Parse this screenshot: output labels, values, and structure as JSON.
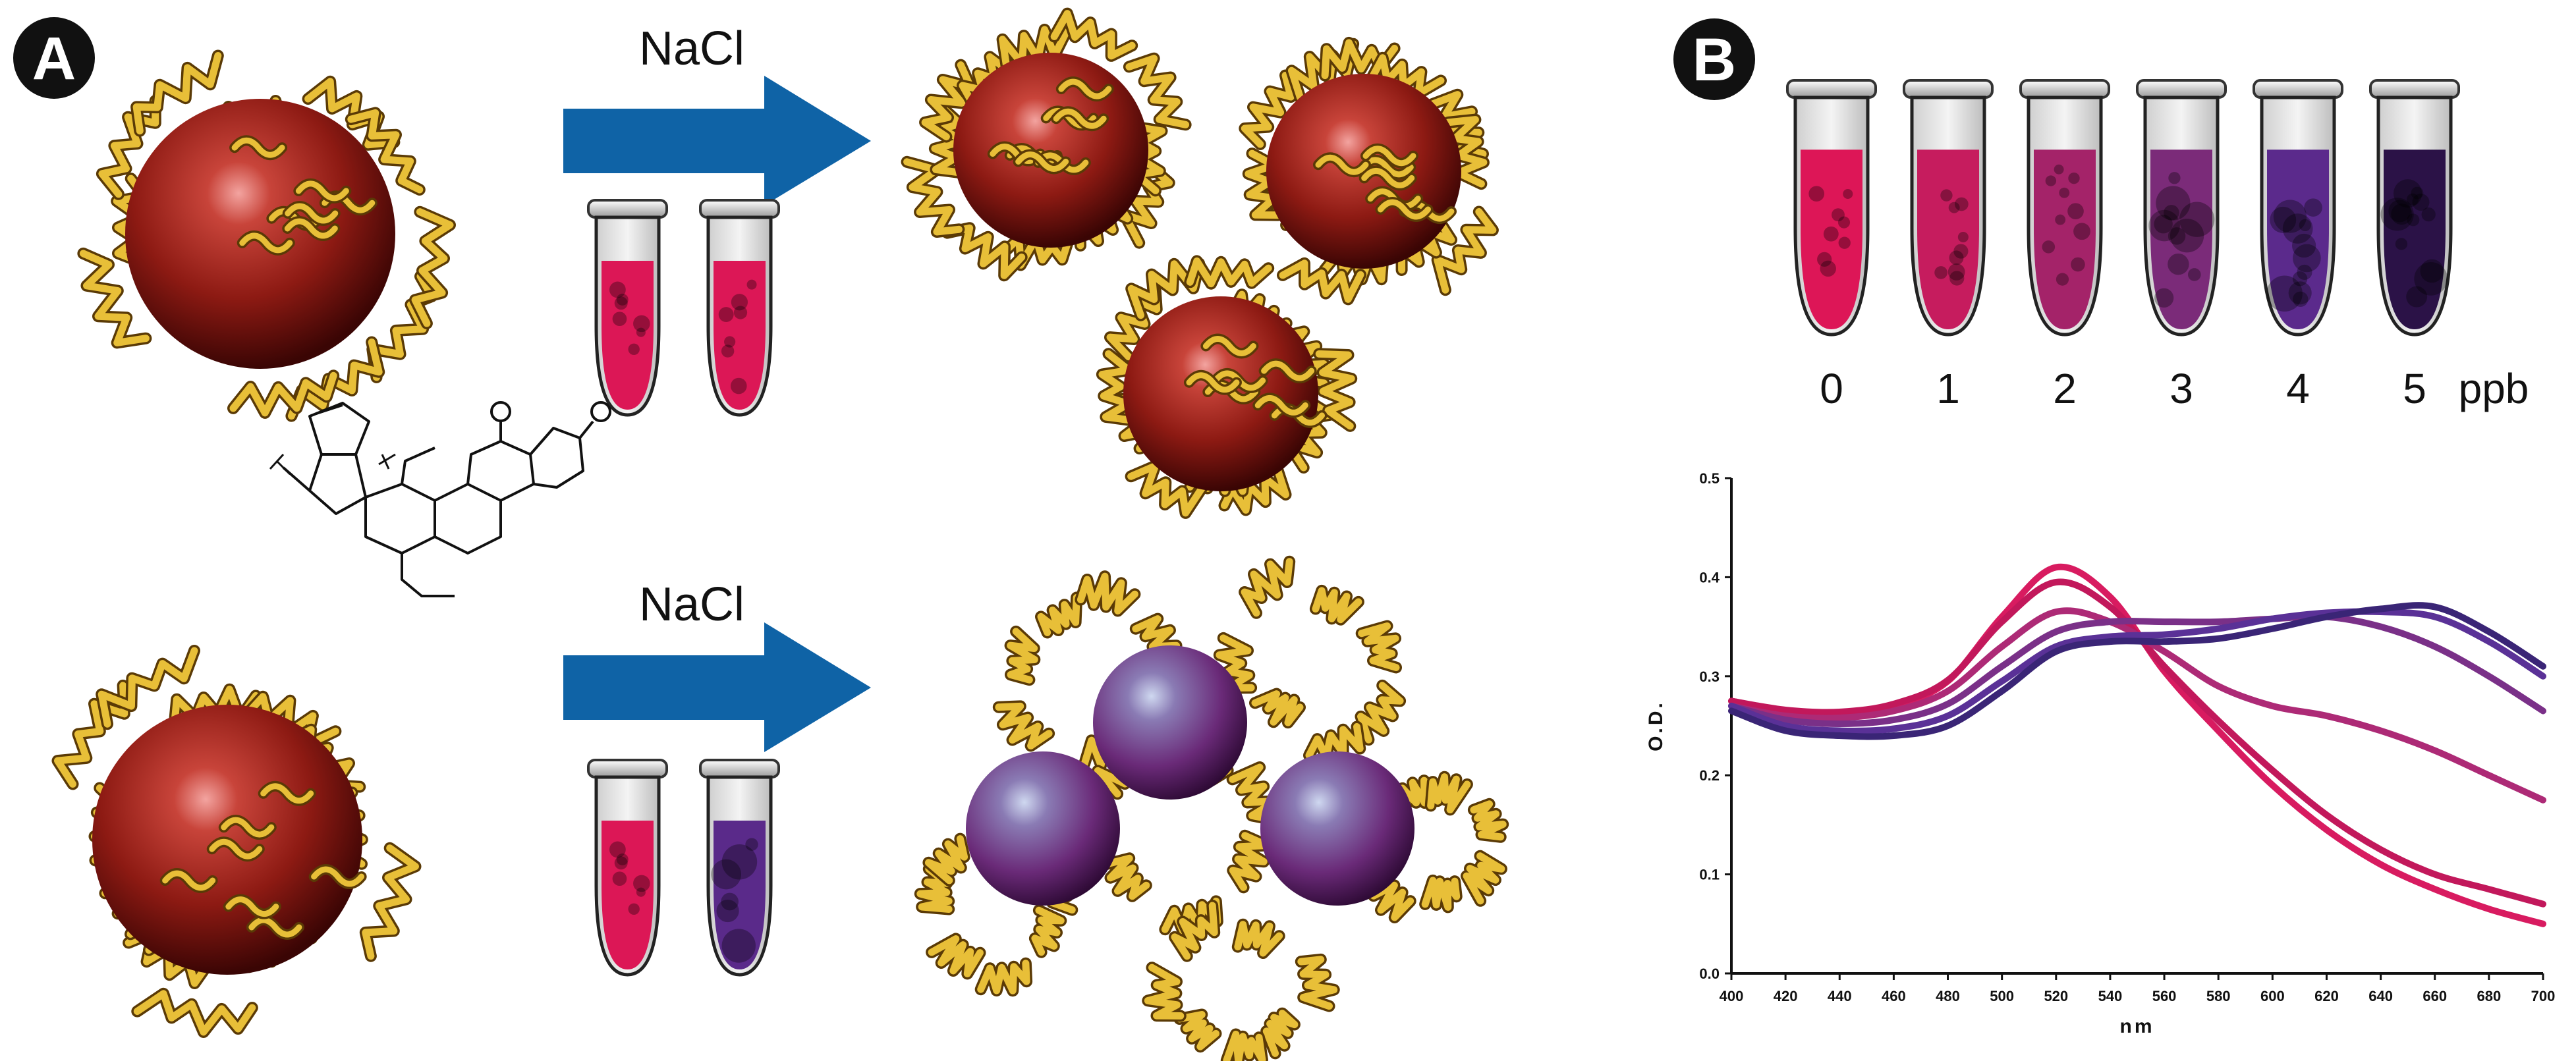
{
  "panels": {
    "a": {
      "label": "A"
    },
    "b": {
      "label": "B"
    }
  },
  "reagent": {
    "label": "NaCl"
  },
  "concentrations": {
    "values": [
      "0",
      "1",
      "2",
      "3",
      "4",
      "5"
    ],
    "unit": "ppb"
  },
  "colors": {
    "gold_np": "#8f1a14",
    "aggregated_np": "#6d2a7d",
    "aptamer": "#e2b62c",
    "arrow": "#0f63a6",
    "tube_red": "#dc1756",
    "tube_purple": "#5a2a8a",
    "tube_series": [
      "#dd1657",
      "#c61c5e",
      "#a42369",
      "#7b2b79",
      "#5b2a8c",
      "#2b1247"
    ]
  },
  "chart_data": {
    "type": "line",
    "xlabel": "nm",
    "ylabel": "O.D.",
    "xlim": [
      400,
      700
    ],
    "ylim": [
      0,
      0.5
    ],
    "xticks": [
      "400",
      "420",
      "440",
      "460",
      "480",
      "500",
      "520",
      "540",
      "560",
      "580",
      "600",
      "620",
      "640",
      "660",
      "680",
      "700"
    ],
    "yticks": [
      "0.0",
      "0.1",
      "0.2",
      "0.3",
      "0.4",
      "0.5"
    ],
    "x": [
      400,
      420,
      440,
      460,
      480,
      500,
      520,
      540,
      560,
      580,
      600,
      620,
      640,
      660,
      680,
      700
    ],
    "series": [
      {
        "color": "#d81b60",
        "values": [
          0.275,
          0.265,
          0.262,
          0.27,
          0.295,
          0.36,
          0.41,
          0.38,
          0.305,
          0.245,
          0.19,
          0.145,
          0.11,
          0.085,
          0.065,
          0.05
        ]
      },
      {
        "color": "#c2185b",
        "values": [
          0.275,
          0.266,
          0.264,
          0.272,
          0.296,
          0.355,
          0.395,
          0.37,
          0.31,
          0.255,
          0.205,
          0.16,
          0.125,
          0.1,
          0.085,
          0.07
        ]
      },
      {
        "color": "#ad2a76",
        "values": [
          0.27,
          0.26,
          0.258,
          0.265,
          0.285,
          0.33,
          0.365,
          0.355,
          0.325,
          0.29,
          0.27,
          0.26,
          0.245,
          0.225,
          0.2,
          0.175
        ]
      },
      {
        "color": "#7a3088",
        "values": [
          0.27,
          0.256,
          0.252,
          0.256,
          0.272,
          0.31,
          0.345,
          0.355,
          0.355,
          0.355,
          0.358,
          0.36,
          0.35,
          0.33,
          0.3,
          0.265
        ]
      },
      {
        "color": "#5a3197",
        "values": [
          0.27,
          0.25,
          0.245,
          0.247,
          0.26,
          0.295,
          0.33,
          0.34,
          0.342,
          0.348,
          0.358,
          0.364,
          0.365,
          0.36,
          0.335,
          0.3
        ]
      },
      {
        "color": "#3a2576",
        "values": [
          0.265,
          0.245,
          0.24,
          0.24,
          0.25,
          0.285,
          0.325,
          0.335,
          0.335,
          0.338,
          0.348,
          0.36,
          0.368,
          0.37,
          0.345,
          0.31
        ]
      }
    ]
  }
}
